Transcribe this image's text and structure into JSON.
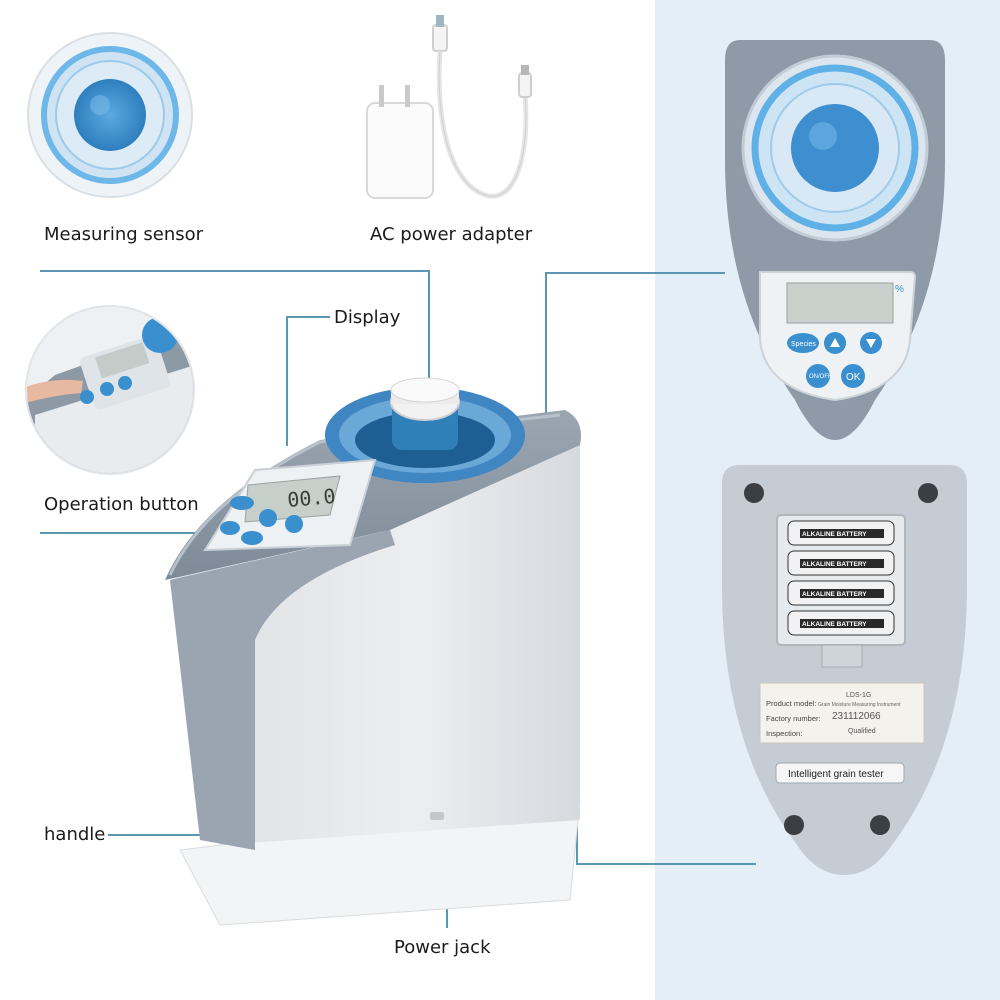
{
  "labels": {
    "measuring_sensor": "Measuring sensor",
    "ac_power_adapter": "AC power adapter",
    "display": "Display",
    "operation_button": "Operation button",
    "handle": "handle",
    "power_jack": "Power jack"
  },
  "device": {
    "lcd_reading": "00.0",
    "percent_sign": "%",
    "buttons": [
      "Species",
      "ON/OFF",
      "OK"
    ]
  },
  "back_panel": {
    "battery_text": "ALKALINE BATTERY",
    "product_model_label": "Product model:",
    "product_model_value": "LDS-1G",
    "product_desc": "Grain Moisture Measuring Instrument",
    "factory_number_label": "Factory number:",
    "factory_number_value": "231112066",
    "inspection_label": "Inspection:",
    "inspection_value": "Qualified",
    "tag_text": "Intelligent grain tester"
  },
  "colors": {
    "accent_line": "#5b97b5",
    "panel_bg": "#e4eef6",
    "device_gray": "#8f9aa8",
    "sensor_blue": "#3a8fcf"
  }
}
